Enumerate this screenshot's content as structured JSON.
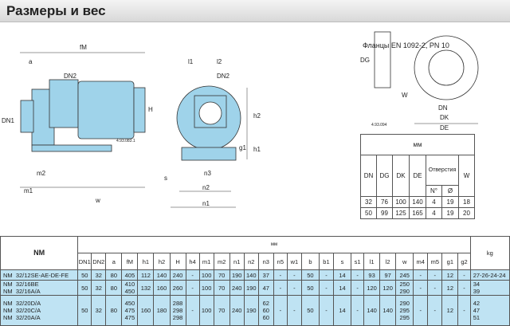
{
  "title": "Размеры и вес",
  "flange_caption": "Фланцы EN 1092-2, PN 10",
  "drawing_labels": {
    "fM": "fM",
    "a": "a",
    "DN2": "DN2",
    "DN1": "DN1",
    "H": "H",
    "m2": "m2",
    "m1": "m1",
    "w": "w",
    "l1": "l1",
    "l2": "l2",
    "h2": "h2",
    "h1": "h1",
    "g1": "g1",
    "n3": "n3",
    "s": "s",
    "n2": "n2",
    "n1": "n1",
    "DG": "DG",
    "W": "W",
    "DN": "DN",
    "DK": "DK",
    "DE": "DE",
    "code1": "4.93.083.1",
    "code2": "4.93.094"
  },
  "flange_table": {
    "unit": "мм",
    "headers": [
      "DN",
      "DG",
      "DK",
      "DE",
      "Отверстия",
      "W"
    ],
    "holes_sub": [
      "N°",
      "Ø"
    ],
    "rows": [
      [
        "32",
        "76",
        "100",
        "140",
        "4",
        "19",
        "18"
      ],
      [
        "50",
        "99",
        "125",
        "165",
        "4",
        "19",
        "20"
      ]
    ]
  },
  "main_table": {
    "model_header": "NM",
    "unit": "мм",
    "weight_header": "kg",
    "columns": [
      "DN1",
      "DN2",
      "a",
      "fM",
      "h1",
      "h2",
      "H",
      "h4",
      "m1",
      "m2",
      "n1",
      "n2",
      "n3",
      "n5",
      "w1",
      "b",
      "b1",
      "s",
      "s1",
      "l1",
      "l2",
      "w",
      "m4",
      "m5",
      "g1",
      "g2"
    ],
    "rows": [
      {
        "models": "NM  32/12SE-AE-DE-FE",
        "cells": [
          "50",
          "32",
          "80",
          "405",
          "112",
          "140",
          "240",
          "-",
          "100",
          "70",
          "190",
          "140",
          "37",
          "-",
          "-",
          "50",
          "-",
          "14",
          "-",
          "93",
          "97",
          "245",
          "-",
          "-",
          "12",
          "-"
        ],
        "kg": "27-26-24-24"
      },
      {
        "models": "NM  32/16BE\nNM  32/16A/A",
        "cells": [
          "50",
          "32",
          "80",
          "410\n450",
          "132",
          "160",
          "260",
          "-",
          "100",
          "70",
          "240",
          "190",
          "47",
          "-",
          "-",
          "50",
          "-",
          "14",
          "-",
          "120",
          "120",
          "250\n290",
          "-",
          "-",
          "12",
          "-"
        ],
        "kg": "34\n39"
      },
      {
        "models": "NM  32/20D/A\nNM  32/20C/A\nNM  32/20A/A",
        "cells": [
          "50",
          "32",
          "80",
          "450\n475\n475",
          "160",
          "180",
          "288\n298\n298",
          "-",
          "100",
          "70",
          "240",
          "190",
          "62\n60\n60",
          "-",
          "-",
          "50",
          "-",
          "14",
          "-",
          "140",
          "140",
          "290\n295\n295",
          "-",
          "-",
          "12",
          "-"
        ],
        "kg": "42\n47\n51"
      }
    ]
  }
}
